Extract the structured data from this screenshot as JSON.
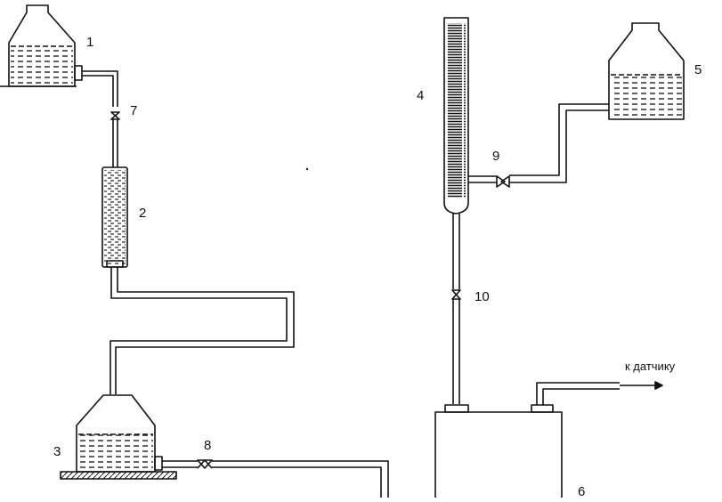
{
  "diagram": {
    "labels": {
      "n1": "1",
      "n2": "2",
      "n3": "3",
      "n4": "4",
      "n5": "5",
      "n6": "6",
      "n7": "7",
      "n8": "8",
      "n9": "9",
      "n10": "10"
    },
    "sensor_note": "к датчику"
  },
  "colors": {
    "ink": "#111111",
    "liquid": "#222222",
    "paper": "#ffffff"
  }
}
